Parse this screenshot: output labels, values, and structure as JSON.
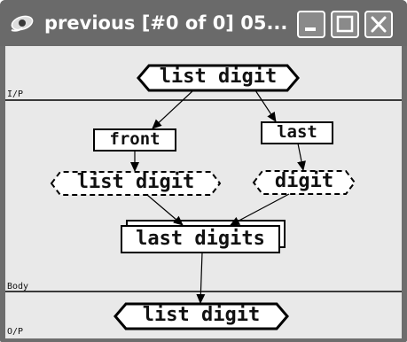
{
  "window": {
    "title": "previous [#0 of 0]  05...",
    "icon": "eye-app-icon",
    "buttons": [
      "minimize-icon",
      "maximize-icon",
      "close-icon"
    ]
  },
  "sections": {
    "input": "I/P",
    "body": "Body",
    "output": "O/P"
  },
  "nodes": {
    "input_node": "list digit",
    "front": "front",
    "last": "last",
    "list_digit": "list digit",
    "digit": "digit",
    "last_digits": "last digits",
    "output_node": "list digit"
  }
}
